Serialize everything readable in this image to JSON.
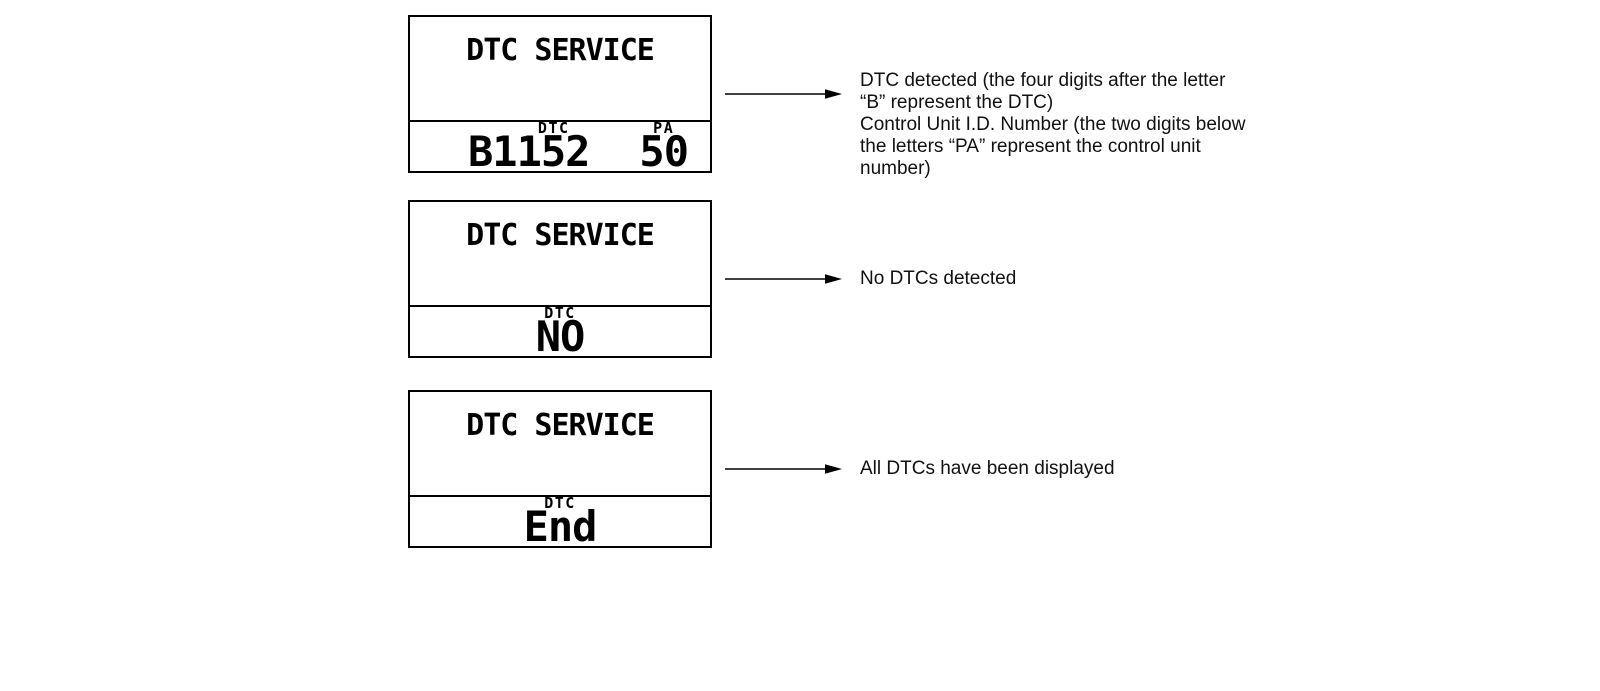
{
  "palette": {
    "ink": "#000000",
    "background": "#ffffff"
  },
  "displays": [
    {
      "title": "DTC SERVICE",
      "fields": [
        {
          "label": "DTC",
          "value": "B1152"
        },
        {
          "label": "PA",
          "value": "50"
        }
      ],
      "annotation": "DTC detected (the four digits after the letter\n“B” represent the DTC)\nControl Unit I.D. Number (the two digits below\nthe letters “PA” represent the control unit\nnumber)"
    },
    {
      "title": "DTC SERVICE",
      "fields": [
        {
          "label": "DTC",
          "value": "NO"
        }
      ],
      "annotation": "No DTCs detected"
    },
    {
      "title": "DTC SERVICE",
      "fields": [
        {
          "label": "DTC",
          "value": "End"
        }
      ],
      "annotation": "All DTCs have been displayed"
    }
  ]
}
